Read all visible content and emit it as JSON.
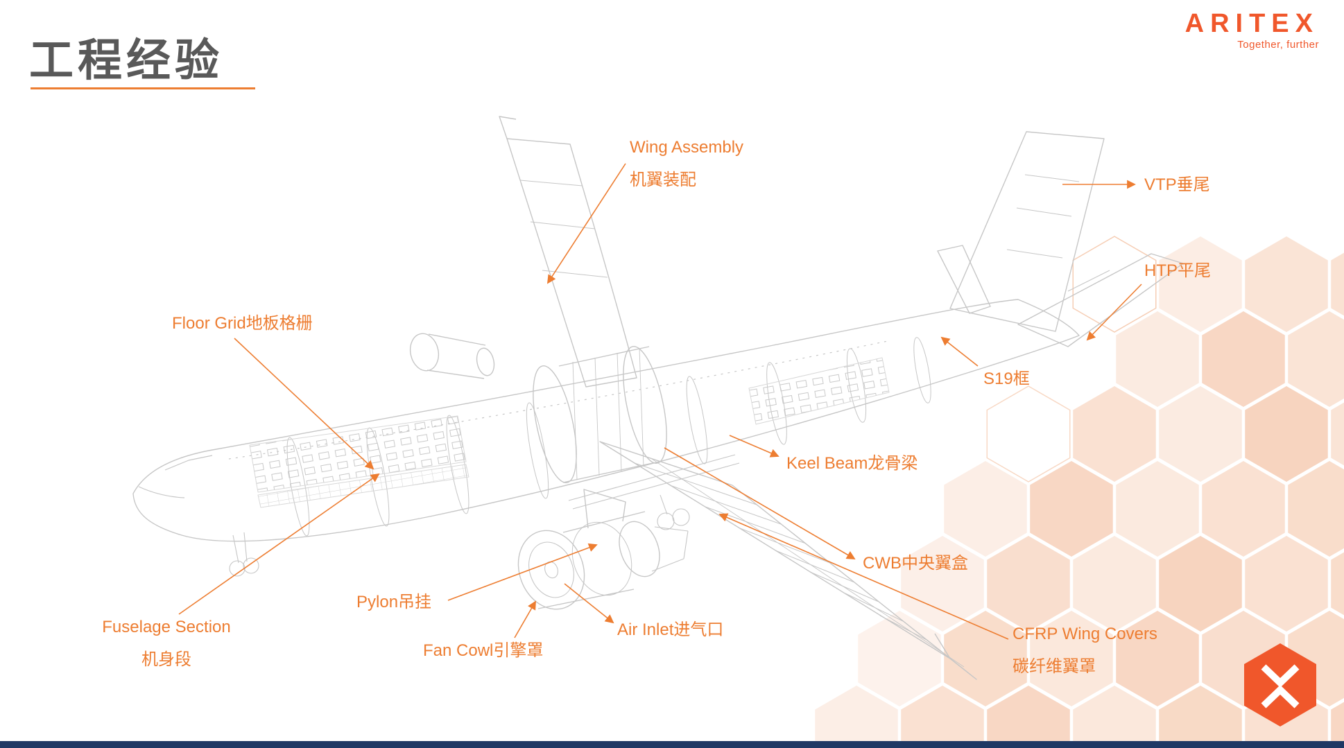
{
  "slide": {
    "title": "工程经验",
    "colors": {
      "accent_orange": "#ED7D31",
      "brand_orange": "#F0572B",
      "title_gray": "#595959",
      "footer_navy": "#1F3864",
      "hex_peach": "#F3BD9C"
    }
  },
  "brand": {
    "wordmark": "ARITEX",
    "tagline": "Together, further"
  },
  "diagram": {
    "subject": "aircraft-cutaway",
    "labels": [
      {
        "id": "wing-assembly",
        "lines": [
          "Wing Assembly",
          "机翼装配"
        ]
      },
      {
        "id": "vtp",
        "lines": [
          "VTP垂尾"
        ]
      },
      {
        "id": "htp",
        "lines": [
          "HTP平尾"
        ]
      },
      {
        "id": "s19-frame",
        "lines": [
          "S19框"
        ]
      },
      {
        "id": "floor-grid",
        "lines": [
          "Floor Grid地板格栅"
        ]
      },
      {
        "id": "keel-beam",
        "lines": [
          "Keel Beam龙骨梁"
        ]
      },
      {
        "id": "cwb",
        "lines": [
          "CWB中央翼盒"
        ]
      },
      {
        "id": "pylon",
        "lines": [
          "Pylon吊挂"
        ]
      },
      {
        "id": "air-inlet",
        "lines": [
          "Air Inlet进气口"
        ]
      },
      {
        "id": "fan-cowl",
        "lines": [
          "Fan Cowl引擎罩"
        ]
      },
      {
        "id": "fuselage-section",
        "lines": [
          "Fuselage Section",
          "机身段"
        ]
      },
      {
        "id": "cfrp-wing-covers",
        "lines": [
          "CFRP Wing Covers",
          "碳纤维翼罩"
        ]
      }
    ]
  }
}
